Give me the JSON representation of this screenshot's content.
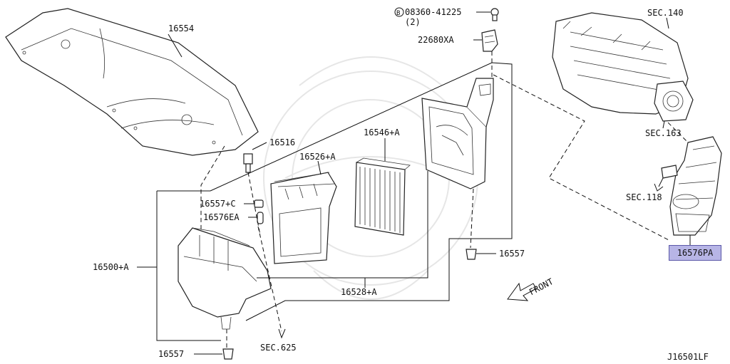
{
  "labels": {
    "p16554": "16554",
    "p16516": "16516",
    "p16526a": "16526+A",
    "p16546a": "16546+A",
    "p16557c": "16557+C",
    "p16576ea": "16576EA",
    "p16500a": "16500+A",
    "p16528a": "16528+A",
    "p16557_right": "16557",
    "p16557_bottom": "16557",
    "sec625": "SEC.625",
    "bolt_code": "08360-41225",
    "bolt_qty": "(2)",
    "bolt_marker": "B",
    "p22680xa": "22680XA",
    "sec140": "SEC.140",
    "sec163": "SEC.163",
    "sec118": "SEC.118",
    "front": "FRONT",
    "p16576pa": "16576PA",
    "diagram_code": "J16501LF"
  },
  "colors": {
    "highlight_fill": "#b7b5e6",
    "highlight_border": "#5b58a8",
    "line": "#111111"
  }
}
